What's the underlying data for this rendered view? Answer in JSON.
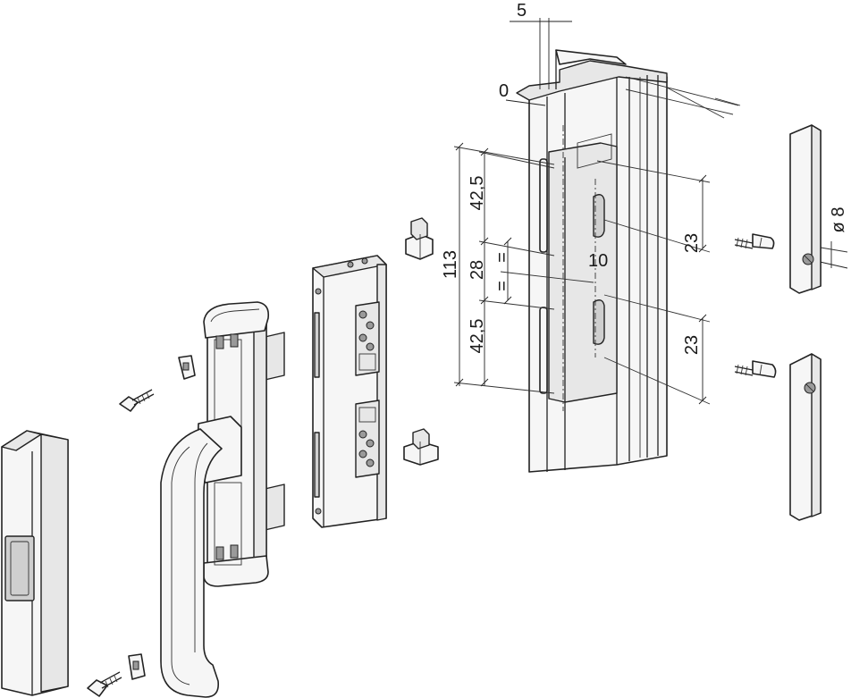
{
  "drawing": {
    "dimensions": {
      "offset_top": "5",
      "offset_zero": "0",
      "height_upper": "42,5",
      "height_middle": "28",
      "height_lower": "42,5",
      "height_total": "113",
      "slot_upper": "23",
      "slot_lower": "23",
      "slot_spacing": "10",
      "diameter": "ø 8",
      "equal_upper": "=",
      "equal_lower": "="
    },
    "colors": {
      "line": "#222222",
      "fill": "#f6f6f6",
      "shade": "#e7e7e7",
      "dark_shade": "#cfcfcf"
    }
  }
}
